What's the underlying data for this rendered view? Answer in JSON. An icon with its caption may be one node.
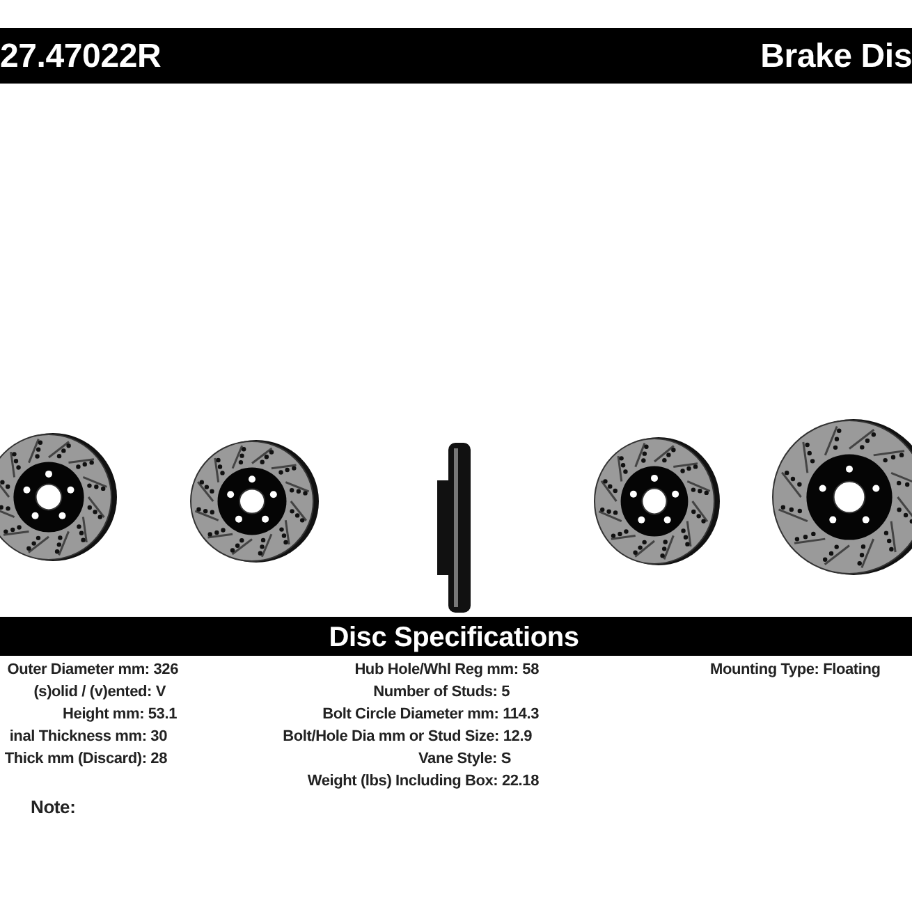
{
  "diagram": {
    "labels": [
      "27.47022R",
      "Brake Dis",
      "Disc Specifications",
      "Outer Diameter mm: 326",
      "Hub Hole/Whl Reg mm: 58",
      "Mounting Type: Floating",
      "(s)olid / (v)ented: V",
      "Number of Studs: 5",
      "Height mm: 53.1",
      "Bolt Circle Diameter mm: 114.3",
      "inal Thickness mm: 30",
      "Bolt/Hole Dia mm or Stud Size: 12.9",
      "Thick mm (Discard): 28",
      "Vane Style: S",
      "Weight (lbs) Including Box: 22.18",
      "Note:"
    ]
  }
}
